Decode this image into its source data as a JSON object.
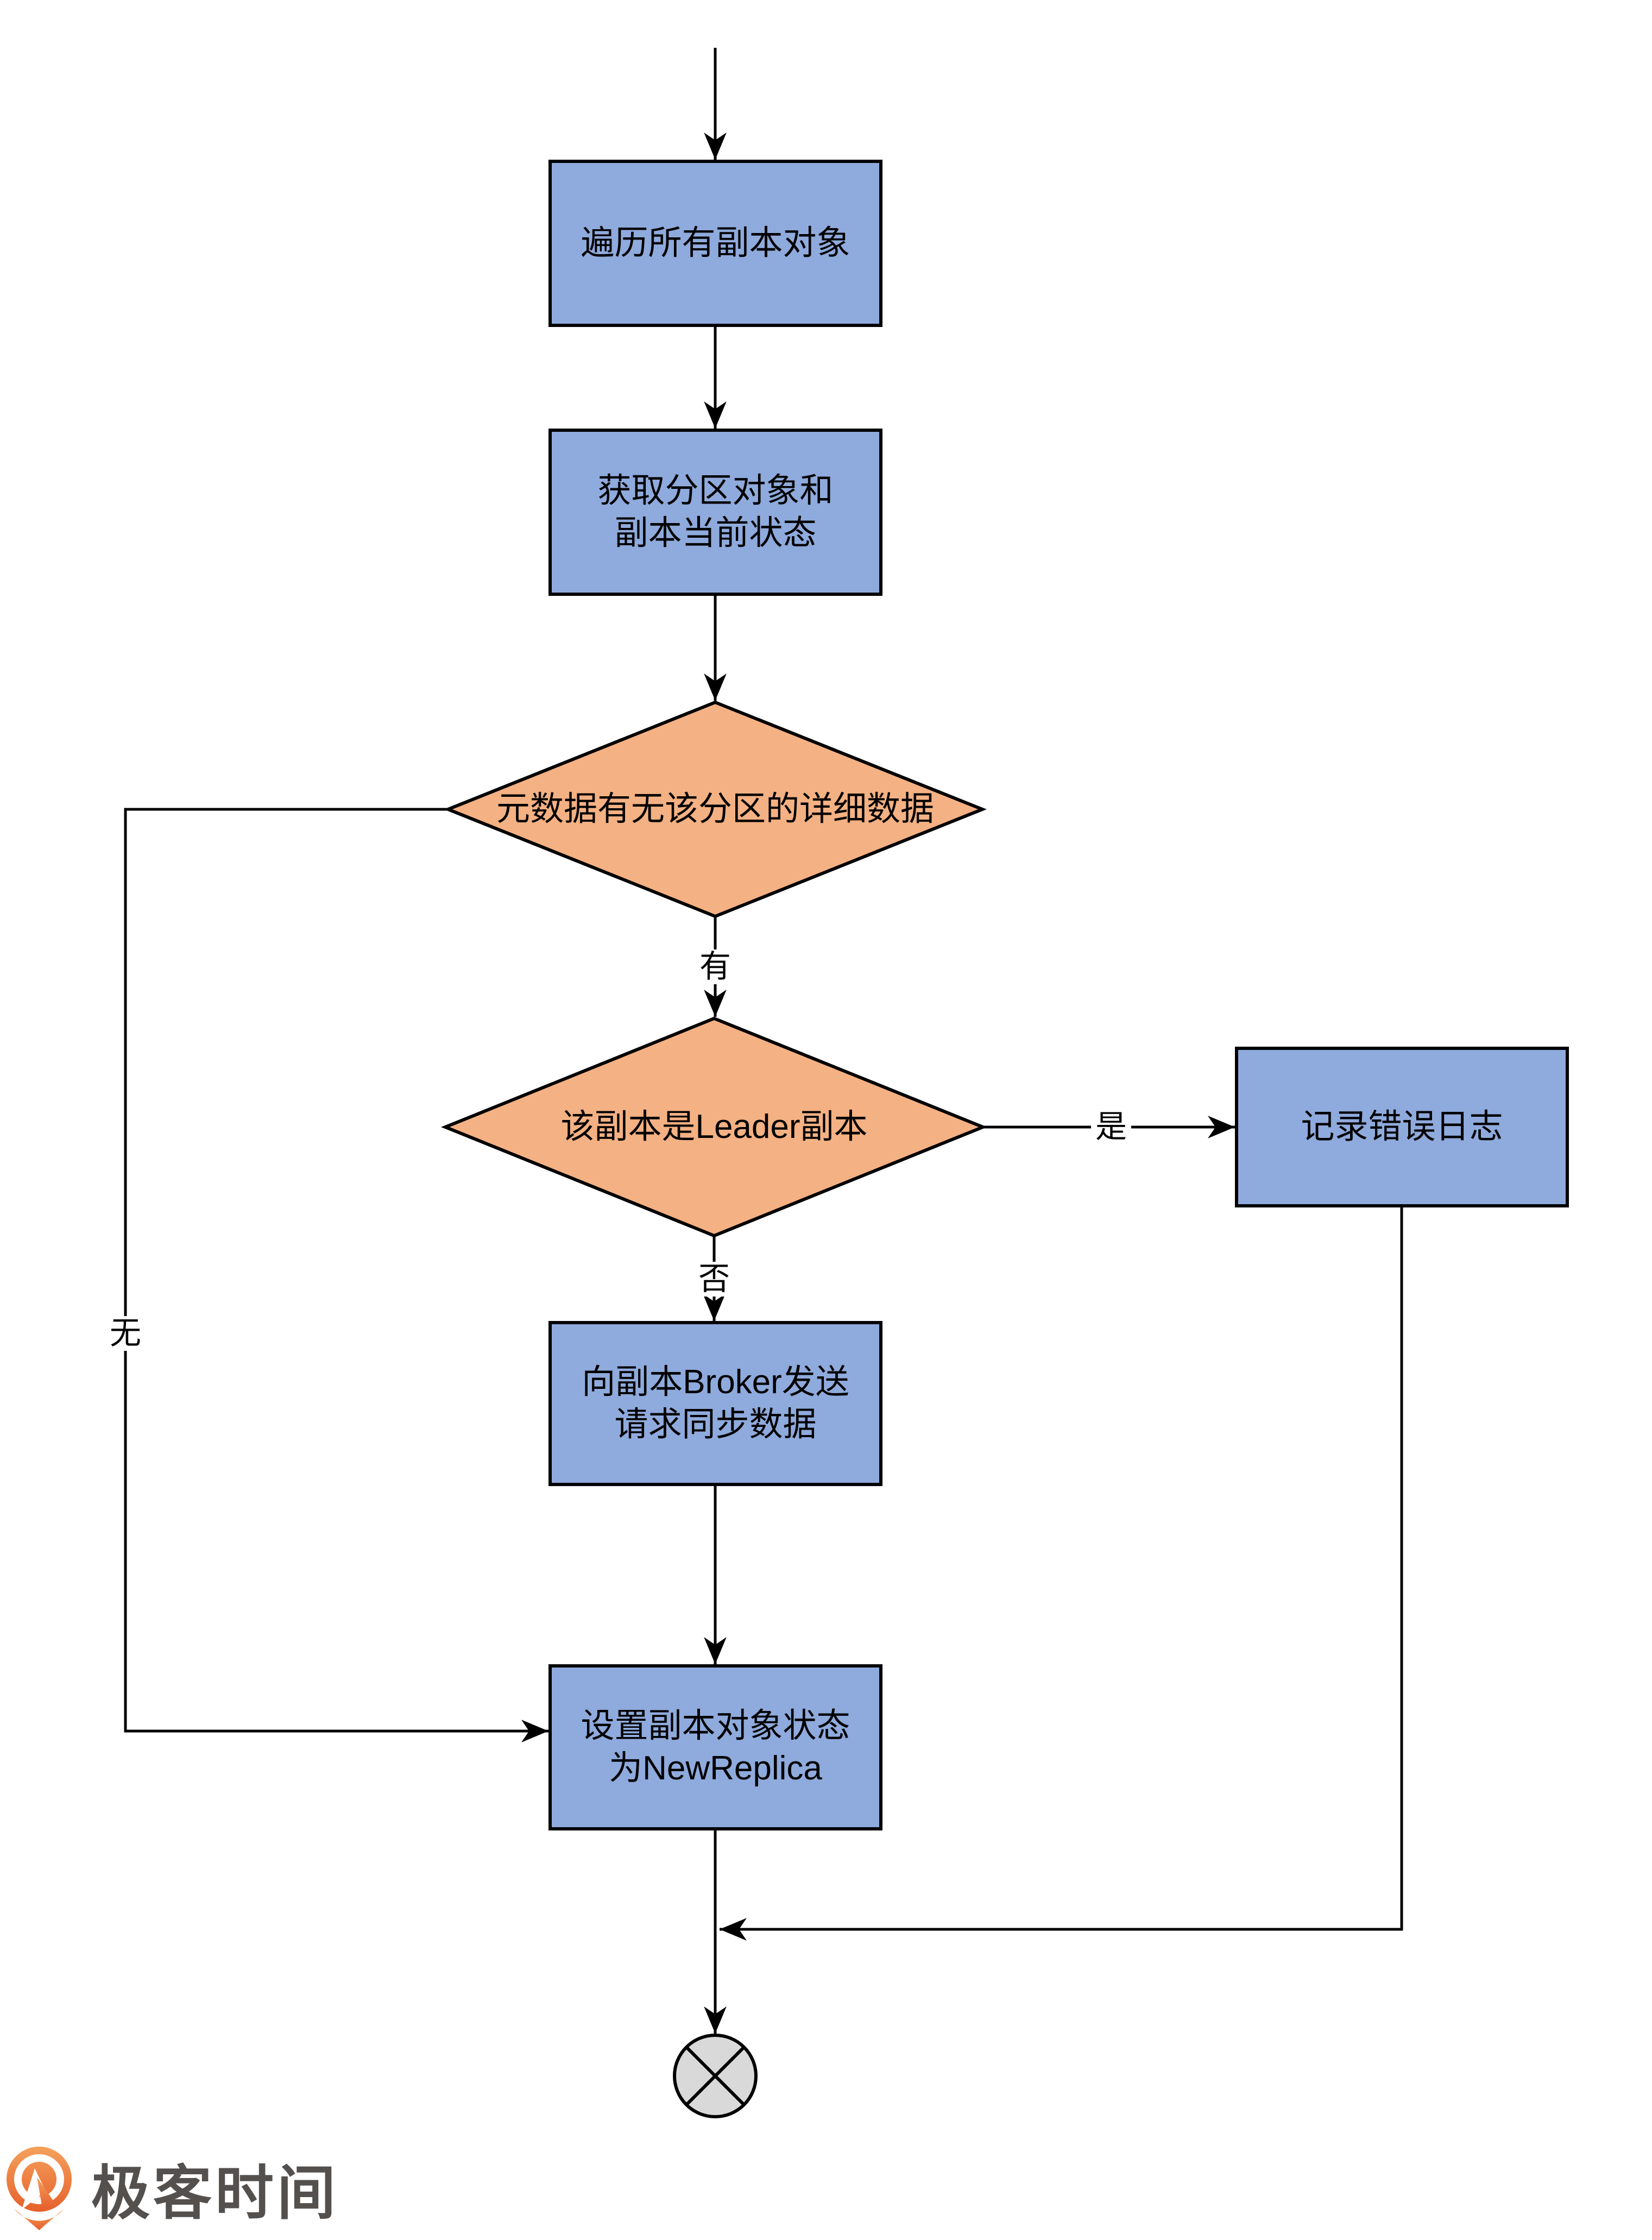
{
  "diagram": {
    "nodes": [
      {
        "id": "iterate-replicas",
        "type": "process",
        "label": "遍历所有副本对象"
      },
      {
        "id": "get-partition-state",
        "type": "process",
        "label": "获取分区对象和\n副本当前状态"
      },
      {
        "id": "metadata-check",
        "type": "decision",
        "label": "元数据有无该分区的详细数据"
      },
      {
        "id": "leader-check",
        "type": "decision",
        "label": "该副本是Leader副本"
      },
      {
        "id": "log-error",
        "type": "process",
        "label": "记录错误日志"
      },
      {
        "id": "send-sync-request",
        "type": "process",
        "label": "向副本Broker发送\n请求同步数据"
      },
      {
        "id": "set-new-replica",
        "type": "process",
        "label": "设置副本对象状态\n为NewReplica"
      },
      {
        "id": "end-terminator",
        "type": "terminator",
        "label": ""
      }
    ],
    "edge_labels": {
      "has": "有",
      "none": "无",
      "yes": "是",
      "no": "否"
    },
    "colors": {
      "process_fill": "#8FAADC",
      "decision_fill": "#F4B183",
      "terminator_fill": "#D9D9D9",
      "line_stroke": "#000000"
    }
  },
  "footer": {
    "brand": "极客时间",
    "brand_color": "#54504D",
    "logo_gradient_top": "#F4A15C",
    "logo_gradient_bottom": "#E7602C"
  }
}
